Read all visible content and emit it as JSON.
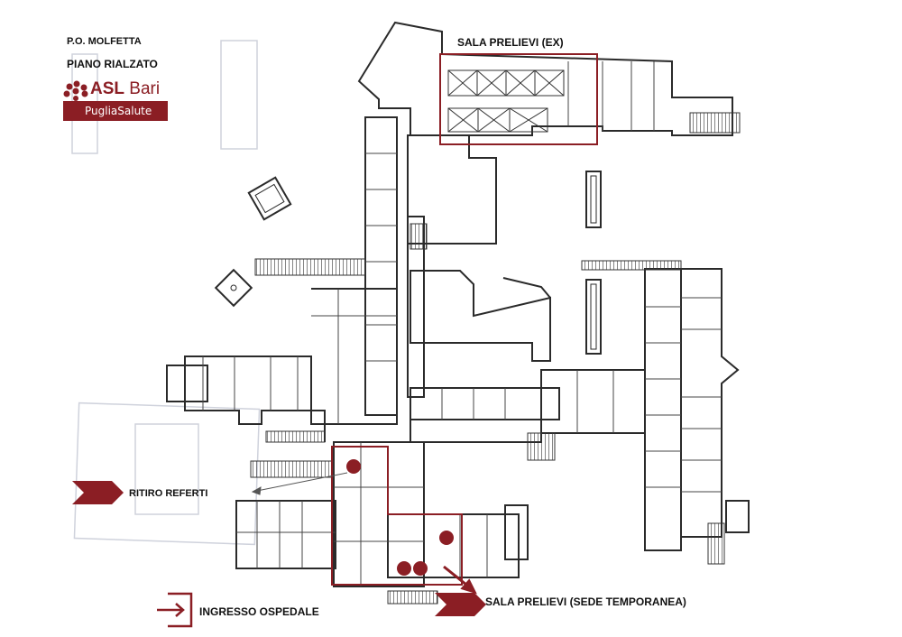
{
  "header": {
    "hospital": "P.O. MOLFETTA",
    "floor": "PIANO RIALZATO"
  },
  "logo": {
    "name_bold": "ASL",
    "name_rest": "Bari",
    "band_text": "PugliaSalute",
    "brand_color": "#8b1e24"
  },
  "labels": {
    "sala_prelievi_ex": "SALA PRELIEVI (EX)",
    "ritiro_referti": "RITIRO REFERTI",
    "ingresso_ospedale": "INGRESSO OSPEDALE",
    "sala_prelievi_temp": "SALA PRELIEVI (SEDE TEMPORANEA)"
  },
  "icons": {
    "entrance": "entrance-icon",
    "pointer": "chevron-pointer-icon",
    "marker": "location-dot-icon"
  },
  "colors": {
    "accent": "#8b1e24",
    "plan_line": "#2a2a2a",
    "faded_stamp": "#c9ccd6"
  }
}
